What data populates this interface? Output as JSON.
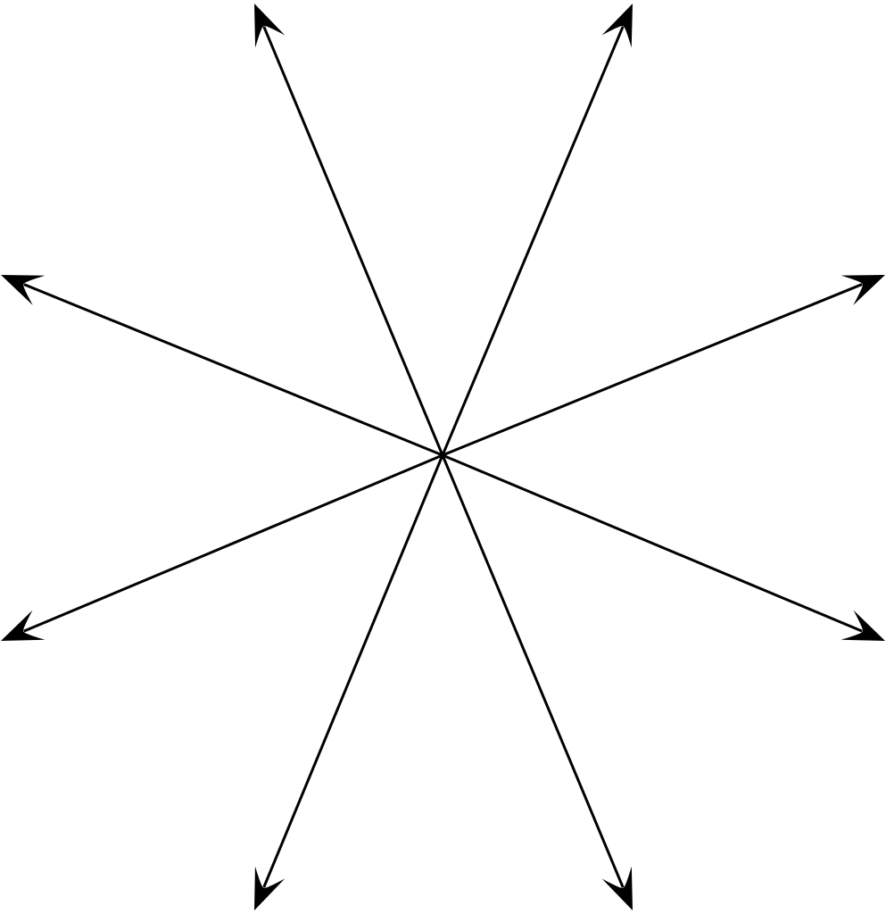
{
  "diagram": {
    "kind": "radiating-arrows",
    "arrow_count": 8,
    "line_color": "#000000",
    "background_color": "#ffffff",
    "arrows": [
      {
        "name": "arrow-north-west",
        "direction": "up-left"
      },
      {
        "name": "arrow-north-east",
        "direction": "up-right"
      },
      {
        "name": "arrow-east-upper",
        "direction": "right-up"
      },
      {
        "name": "arrow-east-lower",
        "direction": "right-down"
      },
      {
        "name": "arrow-south-east",
        "direction": "down-right"
      },
      {
        "name": "arrow-south-west",
        "direction": "down-left"
      },
      {
        "name": "arrow-west-lower",
        "direction": "left-down"
      },
      {
        "name": "arrow-west-upper",
        "direction": "left-up"
      }
    ]
  }
}
